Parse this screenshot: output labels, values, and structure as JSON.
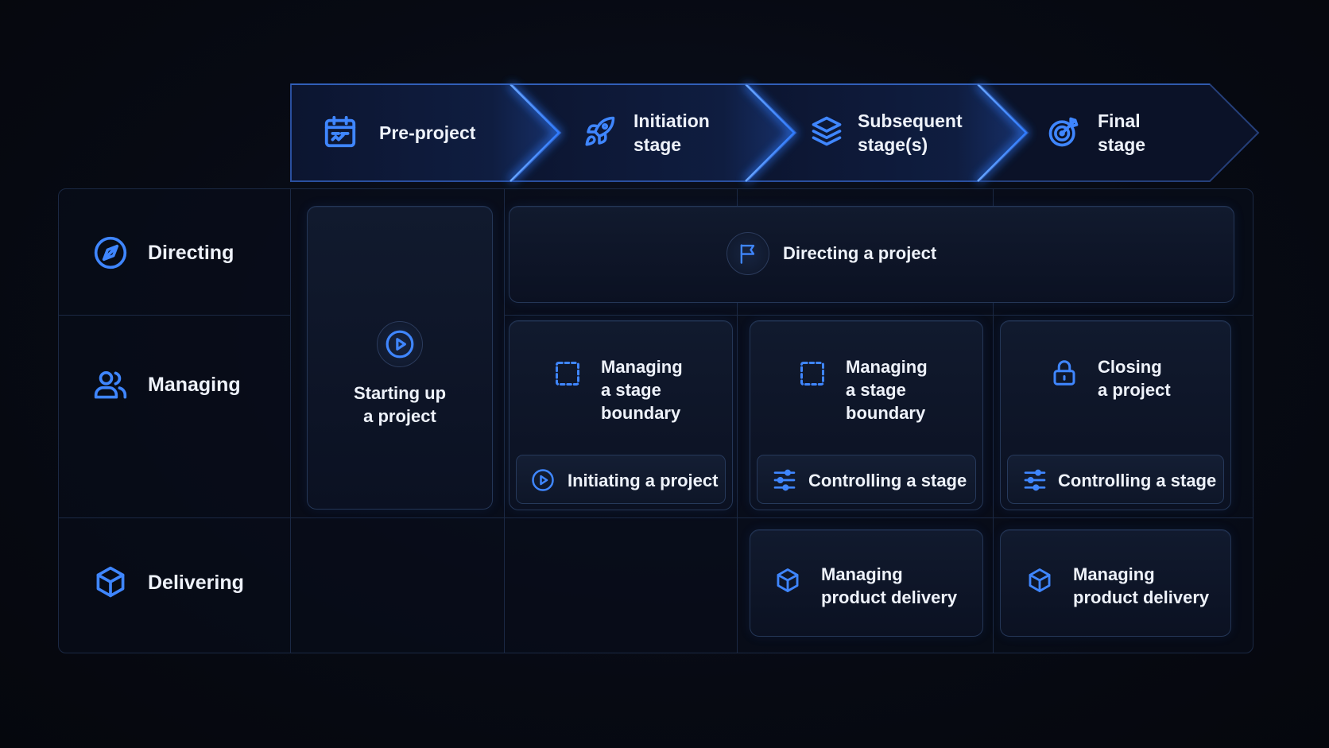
{
  "phases": [
    {
      "label_lines": [
        "Pre-project"
      ],
      "icon": "calendar-icon"
    },
    {
      "label_lines": [
        "Initiation",
        "stage"
      ],
      "icon": "rocket-icon"
    },
    {
      "label_lines": [
        "Subsequent",
        "stage(s)"
      ],
      "icon": "layers-icon"
    },
    {
      "label_lines": [
        "Final",
        "stage"
      ],
      "icon": "target-icon"
    }
  ],
  "rows": [
    {
      "label": "Directing",
      "icon": "compass-icon"
    },
    {
      "label": "Managing",
      "icon": "users-icon"
    },
    {
      "label": "Delivering",
      "icon": "cube-icon"
    }
  ],
  "processes": {
    "starting_up": {
      "lines": [
        "Starting up",
        "a project"
      ],
      "icon": "play-circle-icon"
    },
    "directing": {
      "label": "Directing a project",
      "icon": "flag-icon"
    },
    "managing_boundary_1": {
      "lines": [
        "Managing",
        "a stage",
        "boundary"
      ],
      "icon": "dashed-square-icon"
    },
    "managing_boundary_2": {
      "lines": [
        "Managing",
        "a stage",
        "boundary"
      ],
      "icon": "dashed-square-icon"
    },
    "closing": {
      "lines": [
        "Closing",
        "a project"
      ],
      "icon": "lock-icon"
    },
    "initiating": {
      "label": "Initiating a project",
      "icon": "play-circle-icon"
    },
    "controlling_1": {
      "label": "Controlling a stage",
      "icon": "sliders-icon"
    },
    "controlling_2": {
      "label": "Controlling a stage",
      "icon": "sliders-icon"
    },
    "delivery_1": {
      "lines": [
        "Managing",
        "product delivery"
      ],
      "icon": "cube-icon"
    },
    "delivery_2": {
      "lines": [
        "Managing",
        "product delivery"
      ],
      "icon": "cube-icon"
    }
  },
  "colors": {
    "accent": "#3f86ff",
    "background": "#070a13",
    "card": "#111a2e",
    "border": "#1b2944",
    "text": "#eef2fa"
  }
}
